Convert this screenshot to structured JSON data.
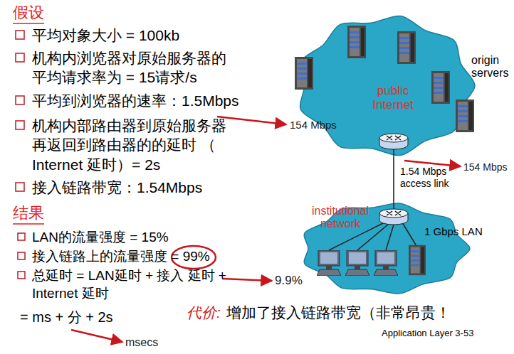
{
  "diagram": {
    "nodes": [
      {
        "text": [
          "public Internet"
        ]
      },
      {
        "text": [
          "institutional network"
        ]
      }
    ],
    "edges": [
      {
        "from": 0,
        "to": 1,
        "arrow": "none",
        "label": "1.54 Mbps access link"
      }
    ],
    "labels": [
      "假设",
      "平均对象大小 = 100kb",
      "机构内浏览器对原始服务器的 平均请求率为 = 15请求/s",
      "平均到浏览器的速率：1.5Mbps",
      "机构内部路由器到原始服务器 再返回到路由器的的延时 （ Internet 延时）= 2s",
      "接入链路带宽：1.54Mbps",
      "结果",
      "LAN的流量强度 = 15%",
      "接入链路上的流量强度 = 99%",
      "总延时 = LAN延时 + 接入 延时 + Internet 延时",
      "= ms + 分 + 2s",
      "代价:",
      "增加了接入链路带宽（非常昂贵！",
      "Application Layer 3-53",
      "origin servers",
      "1 Gbps LAN",
      "154 Mbps",
      "154 Mbps",
      "9.9%",
      "msecs"
    ]
  }
}
